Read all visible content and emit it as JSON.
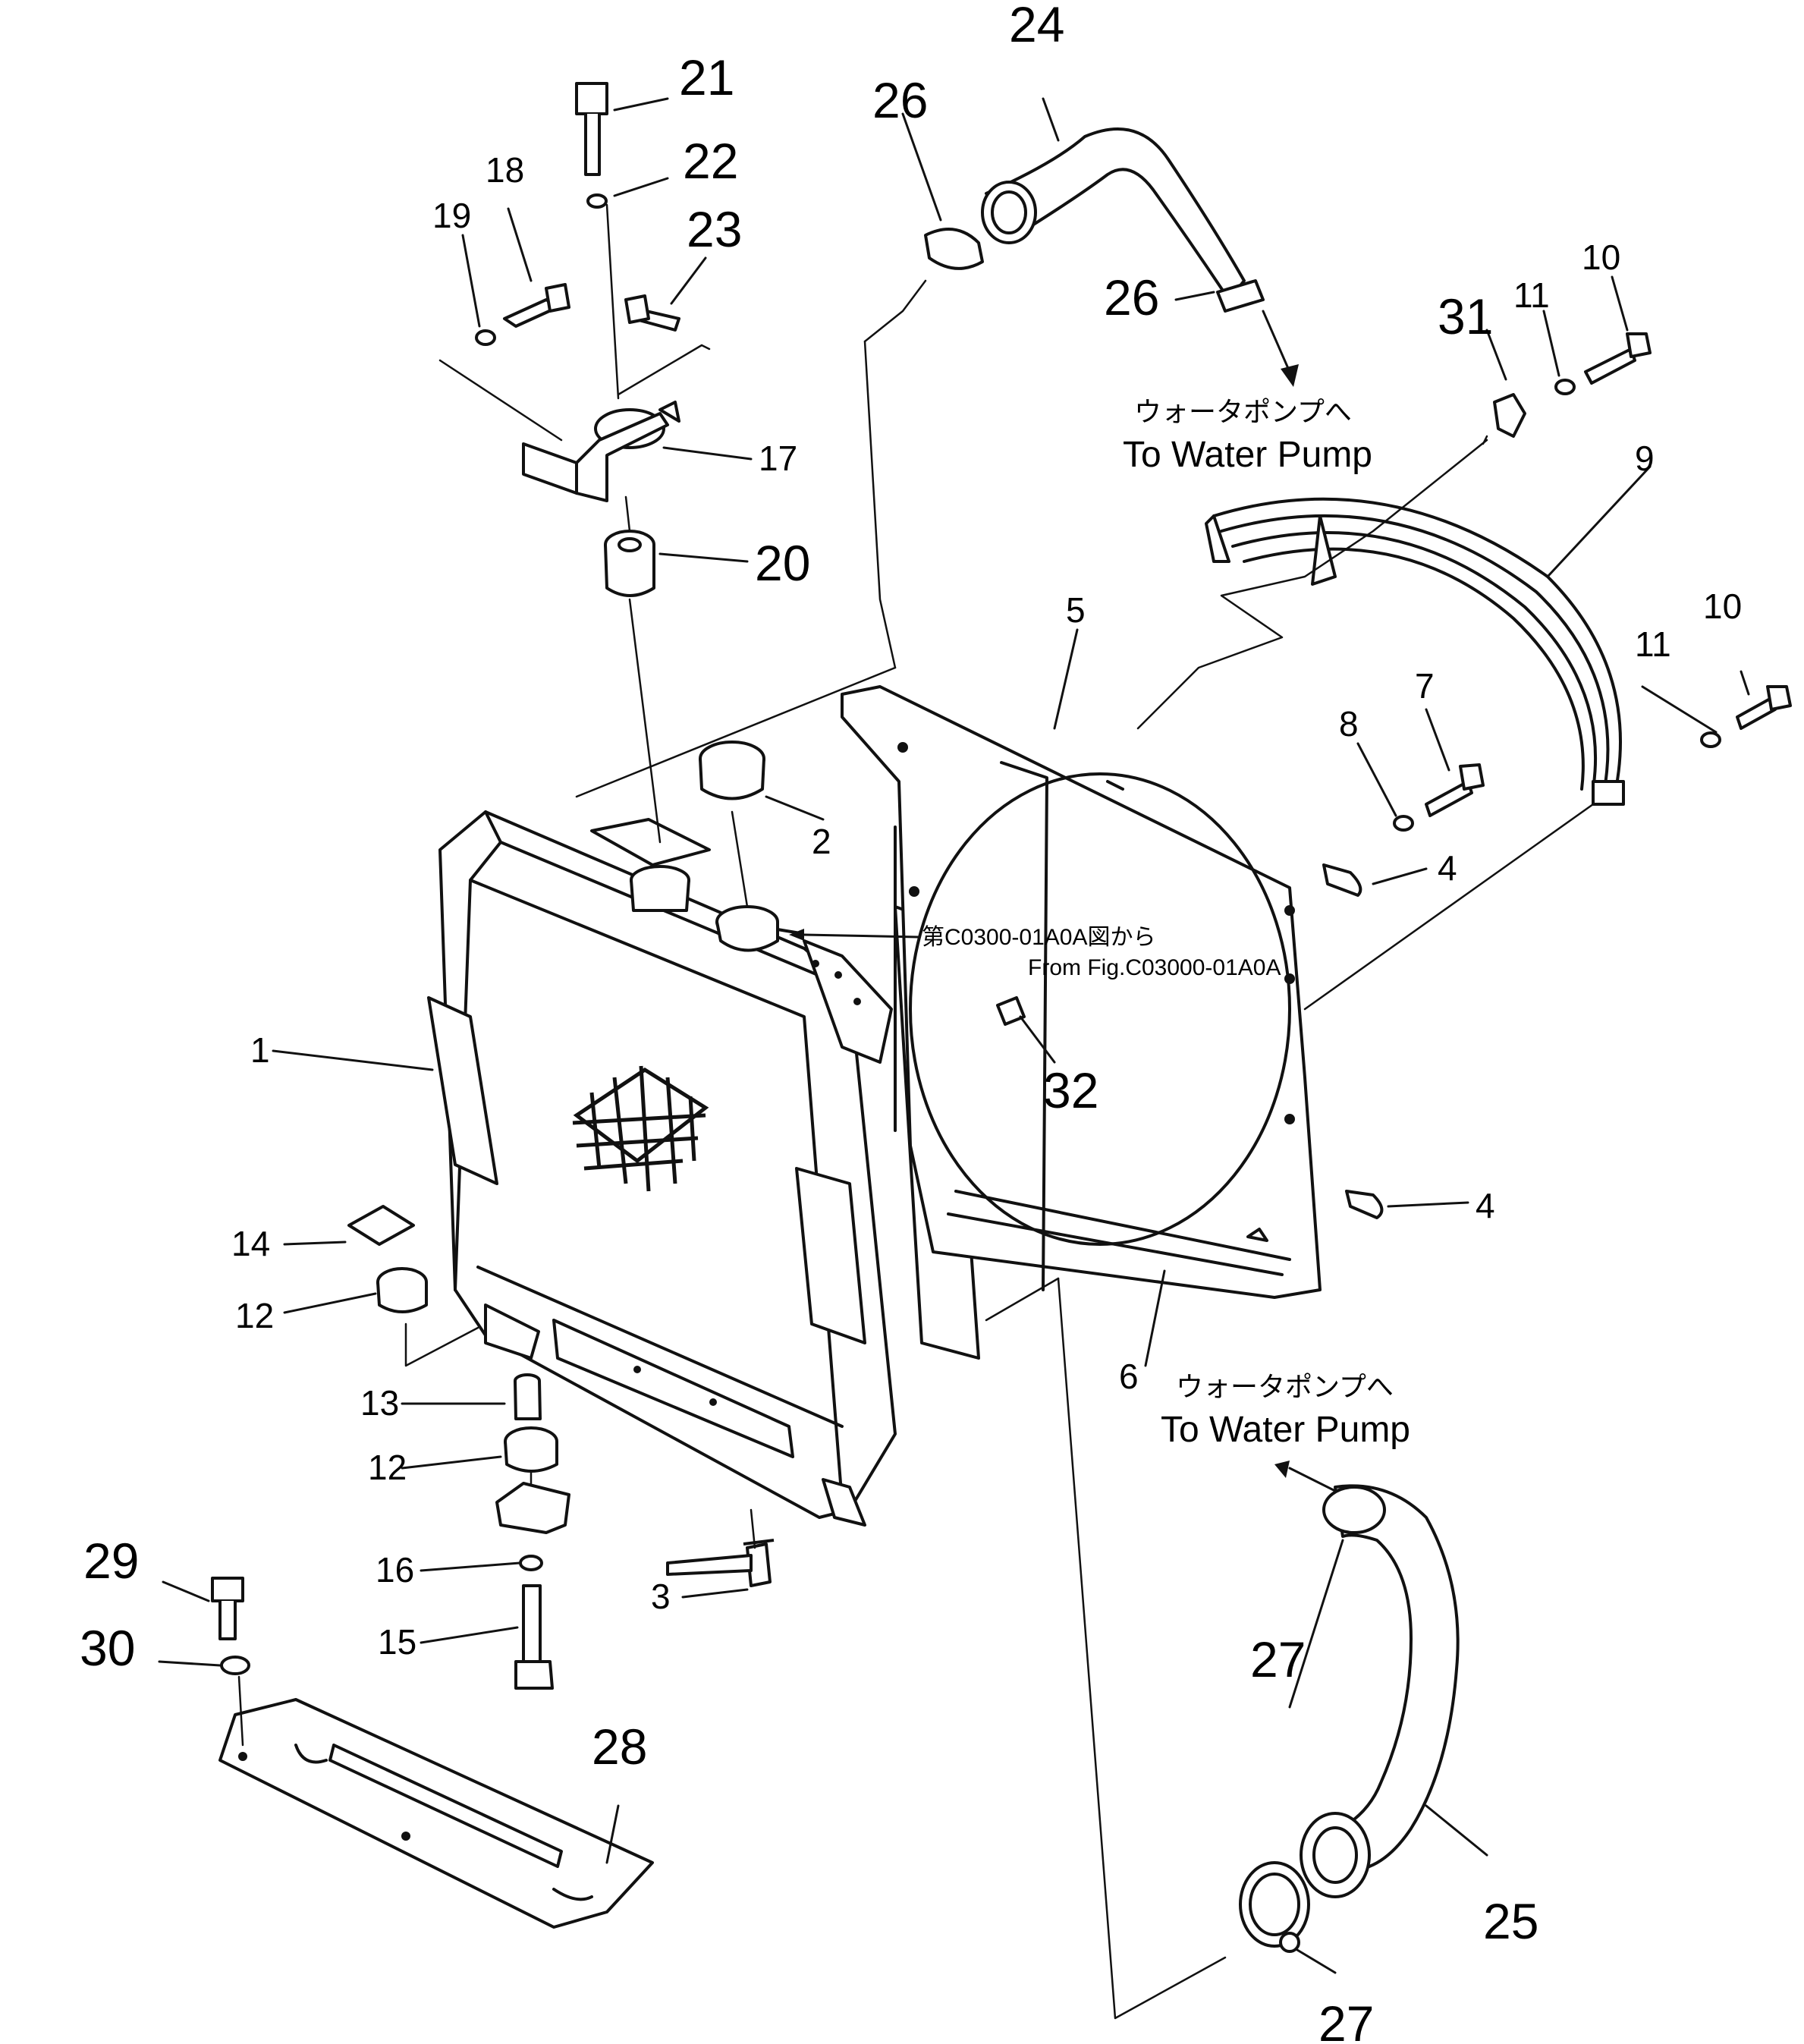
{
  "diagram": {
    "labels": {
      "p1": "1",
      "p2": "2",
      "p3": "3",
      "p4a": "4",
      "p4b": "4",
      "p5": "5",
      "p6": "6",
      "p7": "7",
      "p8": "8",
      "p9": "9",
      "p10a": "10",
      "p10b": "10",
      "p11a": "11",
      "p11b": "11",
      "p12a": "12",
      "p12b": "12",
      "p13": "13",
      "p14": "14",
      "p15": "15",
      "p16": "16",
      "p17": "17",
      "p18": "18",
      "p19": "19",
      "p20": "20",
      "p21": "21",
      "p22": "22",
      "p23": "23",
      "p24": "24",
      "p25": "25",
      "p26a": "26",
      "p26b": "26",
      "p27a": "27",
      "p27b": "27",
      "p28": "28",
      "p29": "29",
      "p30": "30",
      "p31": "31",
      "p32": "32"
    },
    "notes": {
      "to_pump_top_jp": "ウォータポンプへ",
      "to_pump_top_en": "To Water Pump",
      "to_pump_bottom_jp": "ウォータポンプへ",
      "to_pump_bottom_en": "To Water Pump",
      "from_fig_jp": "第C0300-01A0A図から",
      "from_fig_en": "From Fig.C03000-01A0A"
    }
  }
}
